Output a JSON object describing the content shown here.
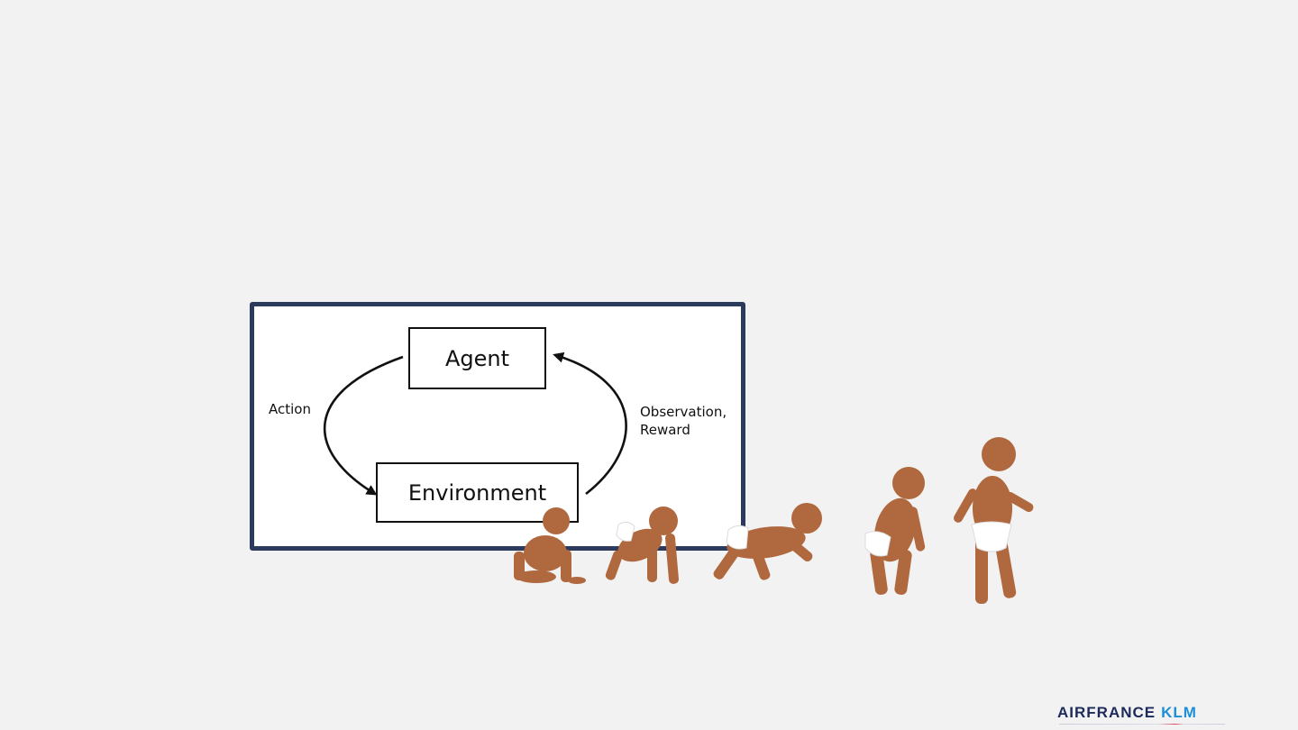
{
  "diagram": {
    "nodes": {
      "agent": "Agent",
      "environment": "Environment"
    },
    "edges": {
      "action": "Action",
      "observation_line1": "Observation,",
      "observation_line2": "Reward"
    }
  },
  "illustration": {
    "figures": 5,
    "skin_color": "#b0683f",
    "diaper_color": "#ffffff"
  },
  "logo": {
    "airfrance": "AIRFRANCE",
    "klm": "KLM",
    "airfrance_color": "#1d2a5c",
    "klm_color": "#1d8fd8"
  },
  "colors": {
    "background": "#f2f2f2",
    "frame_border": "#2c3a5e"
  }
}
